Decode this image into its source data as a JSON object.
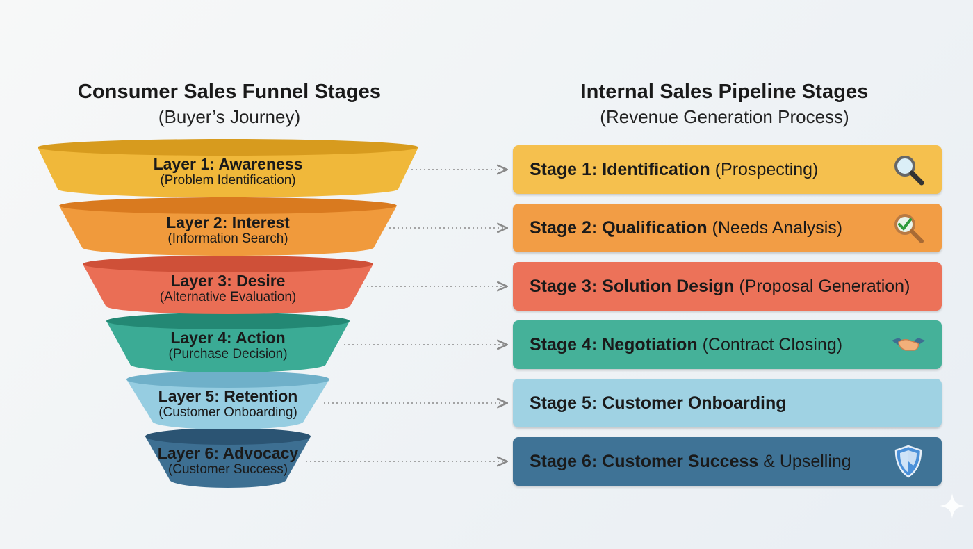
{
  "left": {
    "title": "Consumer Sales Funnel Stages",
    "subtitle": "(Buyer’s Journey)",
    "layers": [
      {
        "title": "Layer 1: Awareness",
        "subtitle": "(Problem Identification)",
        "color": "#f0b83a",
        "dark": "#d79b1e"
      },
      {
        "title": "Layer 2: Interest",
        "subtitle": "(Information Search)",
        "color": "#f09a3c",
        "dark": "#d97a1f"
      },
      {
        "title": "Layer 3: Desire",
        "subtitle": "(Alternative Evaluation)",
        "color": "#ea6e55",
        "dark": "#cf5038"
      },
      {
        "title": "Layer 4: Action",
        "subtitle": "(Purchase Decision)",
        "color": "#3bab95",
        "dark": "#238874"
      },
      {
        "title": "Layer 5: Retention",
        "subtitle": "(Customer Onboarding)",
        "color": "#96cde1",
        "dark": "#6fb0c9"
      },
      {
        "title": "Layer 6: Advocacy",
        "subtitle": "(Customer Success)",
        "color": "#3d6f92",
        "dark": "#2b5473"
      }
    ]
  },
  "right": {
    "title": "Internal Sales Pipeline Stages",
    "subtitle": "(Revenue Generation Process)",
    "stages": [
      {
        "prefix": "Stage 1: ",
        "bold": "Identification",
        "rest": " (Prospecting)",
        "color": "#f5c04e",
        "icon": "magnifier-icon"
      },
      {
        "prefix": "Stage 2: ",
        "bold": "Qualification",
        "rest": " (Needs Analysis)",
        "color": "#f29d45",
        "icon": "magnifier-check-icon"
      },
      {
        "prefix": "Stage 3: ",
        "bold": "Solution Design",
        "rest": " (Proposal Generation)",
        "color": "#ec7259",
        "icon": ""
      },
      {
        "prefix": "Stage 4: ",
        "bold": "Negotiation",
        "rest": " (Contract Closing)",
        "color": "#45b199",
        "icon": "handshake-icon"
      },
      {
        "prefix": "Stage 5: ",
        "bold": "Customer Onboarding",
        "rest": "",
        "color": "#9fd2e3",
        "icon": ""
      },
      {
        "prefix": "Stage 6: ",
        "bold": "Customer Success",
        "rest": " & Upselling",
        "color": "#3f7396",
        "icon": "shield-icon"
      }
    ]
  }
}
